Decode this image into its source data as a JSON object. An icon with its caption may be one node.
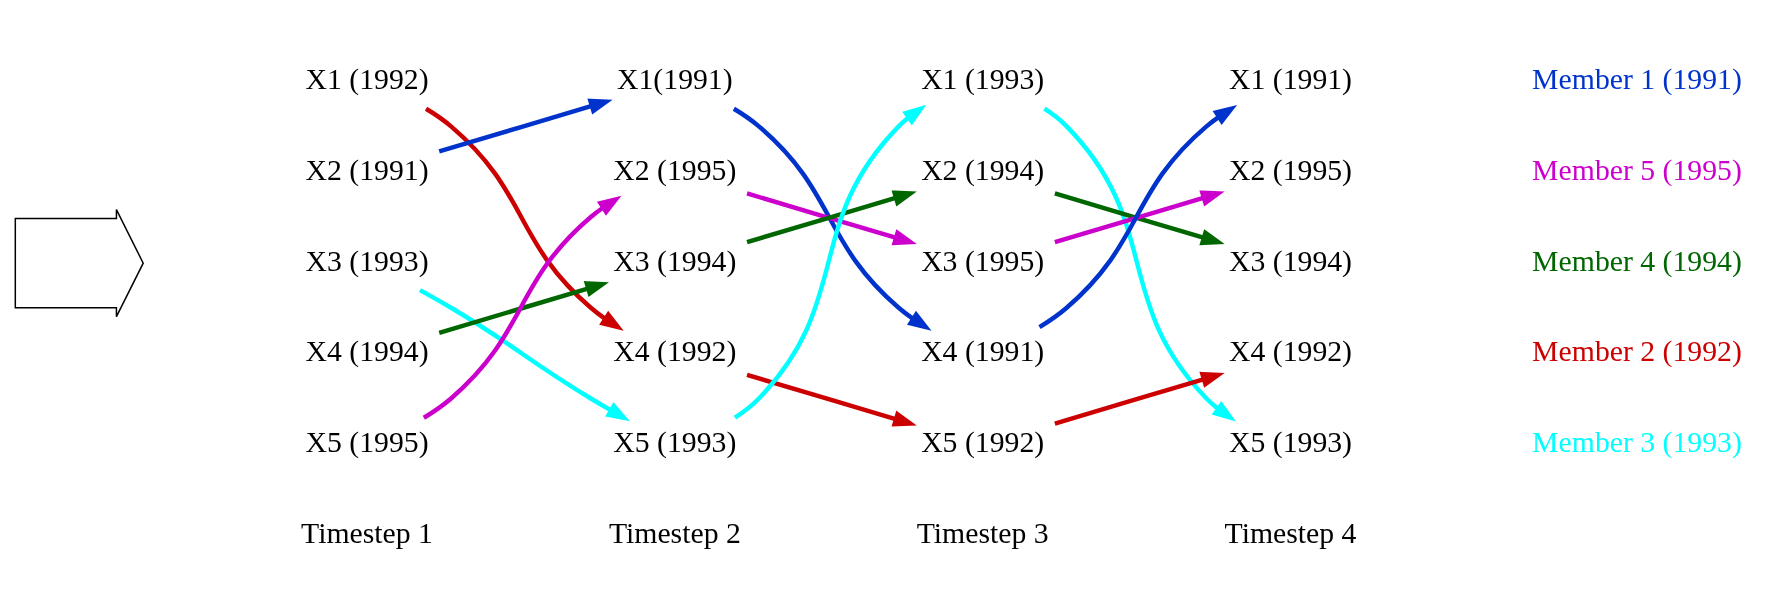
{
  "diagram": {
    "nodes": [
      {
        "text": [
          "X1 (1992)"
        ]
      },
      {
        "text": [
          "X2 (1991)"
        ]
      },
      {
        "text": [
          "X3 (1993)"
        ]
      },
      {
        "text": [
          "X4 (1994)"
        ]
      },
      {
        "text": [
          "X5 (1995)"
        ]
      },
      {
        "text": [
          "X1(1991)"
        ]
      },
      {
        "text": [
          "X2 (1995)"
        ]
      },
      {
        "text": [
          "X3 (1994)"
        ]
      },
      {
        "text": [
          "X4 (1992)"
        ]
      },
      {
        "text": [
          "X5 (1993)"
        ]
      },
      {
        "text": [
          "X1 (1993)"
        ]
      },
      {
        "text": [
          "X2 (1994)"
        ]
      },
      {
        "text": [
          "X3 (1995)"
        ]
      },
      {
        "text": [
          "X4 (1991)"
        ]
      },
      {
        "text": [
          "X5 (1992)"
        ]
      },
      {
        "text": [
          "X1 (1991)"
        ]
      },
      {
        "text": [
          "X2 (1995)"
        ]
      },
      {
        "text": [
          "X3 (1994)"
        ]
      },
      {
        "text": [
          "X4 (1992)"
        ]
      },
      {
        "text": [
          "X5 (1993)"
        ]
      },
      {
        "text": [],
        "shape": "arrow"
      }
    ],
    "edges": [
      {
        "from": 0,
        "to": 8,
        "arrow": "to",
        "color": "#cc0000"
      },
      {
        "from": 1,
        "to": 5,
        "arrow": "to",
        "color": "#0033cc"
      },
      {
        "from": 2,
        "to": 9,
        "arrow": "to",
        "color": "#00ffff"
      },
      {
        "from": 3,
        "to": 7,
        "arrow": "to",
        "color": "#006600"
      },
      {
        "from": 4,
        "to": 6,
        "arrow": "to",
        "color": "#cc00cc"
      },
      {
        "from": 5,
        "to": 13,
        "arrow": "to",
        "color": "#0033cc"
      },
      {
        "from": 6,
        "to": 12,
        "arrow": "to",
        "color": "#cc00cc"
      },
      {
        "from": 7,
        "to": 11,
        "arrow": "to",
        "color": "#006600"
      },
      {
        "from": 8,
        "to": 14,
        "arrow": "to",
        "color": "#cc0000"
      },
      {
        "from": 9,
        "to": 10,
        "arrow": "to",
        "color": "#00ffff"
      },
      {
        "from": 10,
        "to": 19,
        "arrow": "to",
        "color": "#00ffff"
      },
      {
        "from": 11,
        "to": 17,
        "arrow": "to",
        "color": "#006600"
      },
      {
        "from": 12,
        "to": 16,
        "arrow": "to",
        "color": "#cc00cc"
      },
      {
        "from": 13,
        "to": 15,
        "arrow": "to",
        "color": "#0033cc"
      },
      {
        "from": 14,
        "to": 18,
        "arrow": "to",
        "color": "#cc0000"
      }
    ],
    "labels": [
      "Timestep 1",
      "Timestep 2",
      "Timestep 3",
      "Timestep 4"
    ],
    "legend": [
      {
        "text": "Member 1 (1991)",
        "color": "#0033cc"
      },
      {
        "text": "Member 5 (1995)",
        "color": "#cc00cc"
      },
      {
        "text": "Member 4 (1994)",
        "color": "#006600"
      },
      {
        "text": "Member 2 (1992)",
        "color": "#cc0000"
      },
      {
        "text": "Member 3 (1993)",
        "color": "#00ffff"
      }
    ]
  }
}
